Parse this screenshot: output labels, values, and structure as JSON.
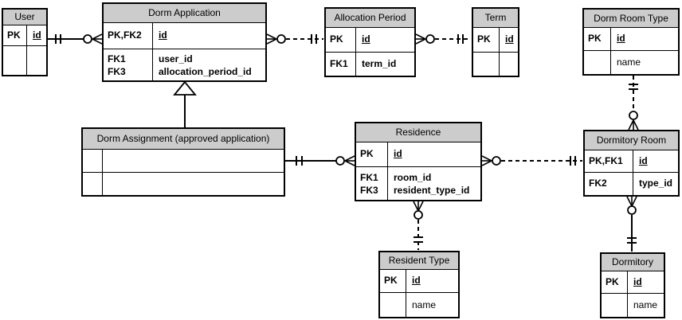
{
  "diagram": {
    "kind": "entity-relationship-diagram",
    "colors": {
      "header_fill": "#cccccc",
      "border": "#000000",
      "background": "#ffffff",
      "text": "#000000"
    },
    "entities": {
      "user": {
        "title": "User",
        "rows": [
          {
            "key": "PK",
            "field": "id"
          },
          {
            "key": "",
            "field": ""
          }
        ]
      },
      "dorm_application": {
        "title": "Dorm Application",
        "rows": [
          {
            "key": "PK,FK2",
            "field": "id"
          },
          {
            "key": "FK1\nFK3",
            "field": "user_id\nallocation_period_id"
          }
        ]
      },
      "allocation_period": {
        "title": "Allocation Period",
        "rows": [
          {
            "key": "PK",
            "field": "id"
          },
          {
            "key": "FK1",
            "field": "term_id"
          }
        ]
      },
      "term": {
        "title": "Term",
        "rows": [
          {
            "key": "PK",
            "field": "id"
          },
          {
            "key": "",
            "field": ""
          }
        ]
      },
      "dorm_room_type": {
        "title": "Dorm Room Type",
        "rows": [
          {
            "key": "PK",
            "field": "id"
          },
          {
            "key": "",
            "field": "name"
          }
        ]
      },
      "dorm_assignment": {
        "title": "Dorm Assignment (approved application)",
        "rows": [
          {
            "key": "",
            "field": ""
          },
          {
            "key": "",
            "field": ""
          }
        ]
      },
      "residence": {
        "title": "Residence",
        "rows": [
          {
            "key": "PK",
            "field": "id"
          },
          {
            "key": "FK1\nFK3",
            "field": "room_id\nresident_type_id"
          }
        ]
      },
      "dormitory_room": {
        "title": "Dormitory Room",
        "rows": [
          {
            "key": "PK,FK1",
            "field": "id"
          },
          {
            "key": "FK2",
            "field": "type_id"
          }
        ]
      },
      "resident_type": {
        "title": "Resident Type",
        "rows": [
          {
            "key": "PK",
            "field": "id"
          },
          {
            "key": "",
            "field": "name"
          }
        ]
      },
      "dormitory": {
        "title": "Dormitory",
        "rows": [
          {
            "key": "PK",
            "field": "id"
          },
          {
            "key": "",
            "field": "name"
          }
        ]
      }
    },
    "relationships": [
      {
        "one_end": "User",
        "many_end": "Dorm Application",
        "one_cardinality": "one and only one",
        "many_cardinality": "zero or many",
        "line_style": "solid"
      },
      {
        "one_end": "Allocation Period",
        "many_end": "Dorm Application",
        "one_cardinality": "one and only one",
        "many_cardinality": "zero or many",
        "line_style": "dashed"
      },
      {
        "one_end": "Term",
        "many_end": "Allocation Period",
        "one_cardinality": "one and only one",
        "many_cardinality": "zero or many",
        "line_style": "dashed"
      },
      {
        "type": "generalization",
        "parent": "Dorm Application",
        "child": "Dorm Assignment (approved application)"
      },
      {
        "one_end": "Dorm Assignment (approved application)",
        "many_end": "Residence",
        "one_cardinality": "one and only one",
        "many_cardinality": "zero or many",
        "line_style": "solid"
      },
      {
        "one_end": "Dormitory Room",
        "many_end": "Residence",
        "one_cardinality": "one and only one",
        "many_cardinality": "zero or many",
        "line_style": "dashed"
      },
      {
        "one_end": "Resident Type",
        "many_end": "Residence",
        "one_cardinality": "one and only one",
        "many_cardinality": "zero or many",
        "line_style": "dashed"
      },
      {
        "one_end": "Dorm Room Type",
        "many_end": "Dormitory Room",
        "one_cardinality": "one and only one",
        "many_cardinality": "zero or many",
        "line_style": "dashed"
      },
      {
        "one_end": "Dormitory",
        "many_end": "Dormitory Room",
        "one_cardinality": "one and only one",
        "many_cardinality": "zero or many",
        "line_style": "solid"
      }
    ]
  }
}
